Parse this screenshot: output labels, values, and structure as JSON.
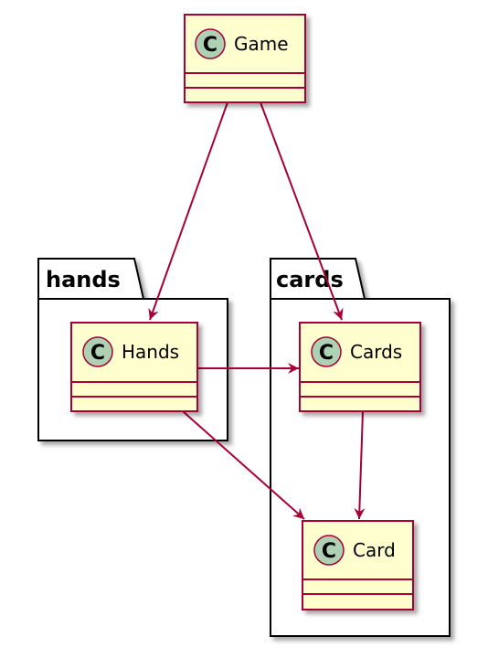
{
  "colors": {
    "class_fill": "#FEFECE",
    "class_border": "#A80036",
    "arrow": "#A80036",
    "icon_circle": "#ADD1B2",
    "package_border": "#000000"
  },
  "packages": [
    {
      "id": "hands",
      "title": "hands"
    },
    {
      "id": "cards",
      "title": "cards"
    }
  ],
  "classes": [
    {
      "id": "game",
      "name": "Game",
      "stereotype_letter": "C"
    },
    {
      "id": "hands",
      "name": "Hands",
      "stereotype_letter": "C"
    },
    {
      "id": "cards",
      "name": "Cards",
      "stereotype_letter": "C"
    },
    {
      "id": "card",
      "name": "Card",
      "stereotype_letter": "C"
    }
  ],
  "relations": [
    {
      "from": "Game",
      "to": "Hands"
    },
    {
      "from": "Game",
      "to": "Cards"
    },
    {
      "from": "Hands",
      "to": "Cards"
    },
    {
      "from": "Hands",
      "to": "Card"
    },
    {
      "from": "Cards",
      "to": "Card"
    }
  ]
}
